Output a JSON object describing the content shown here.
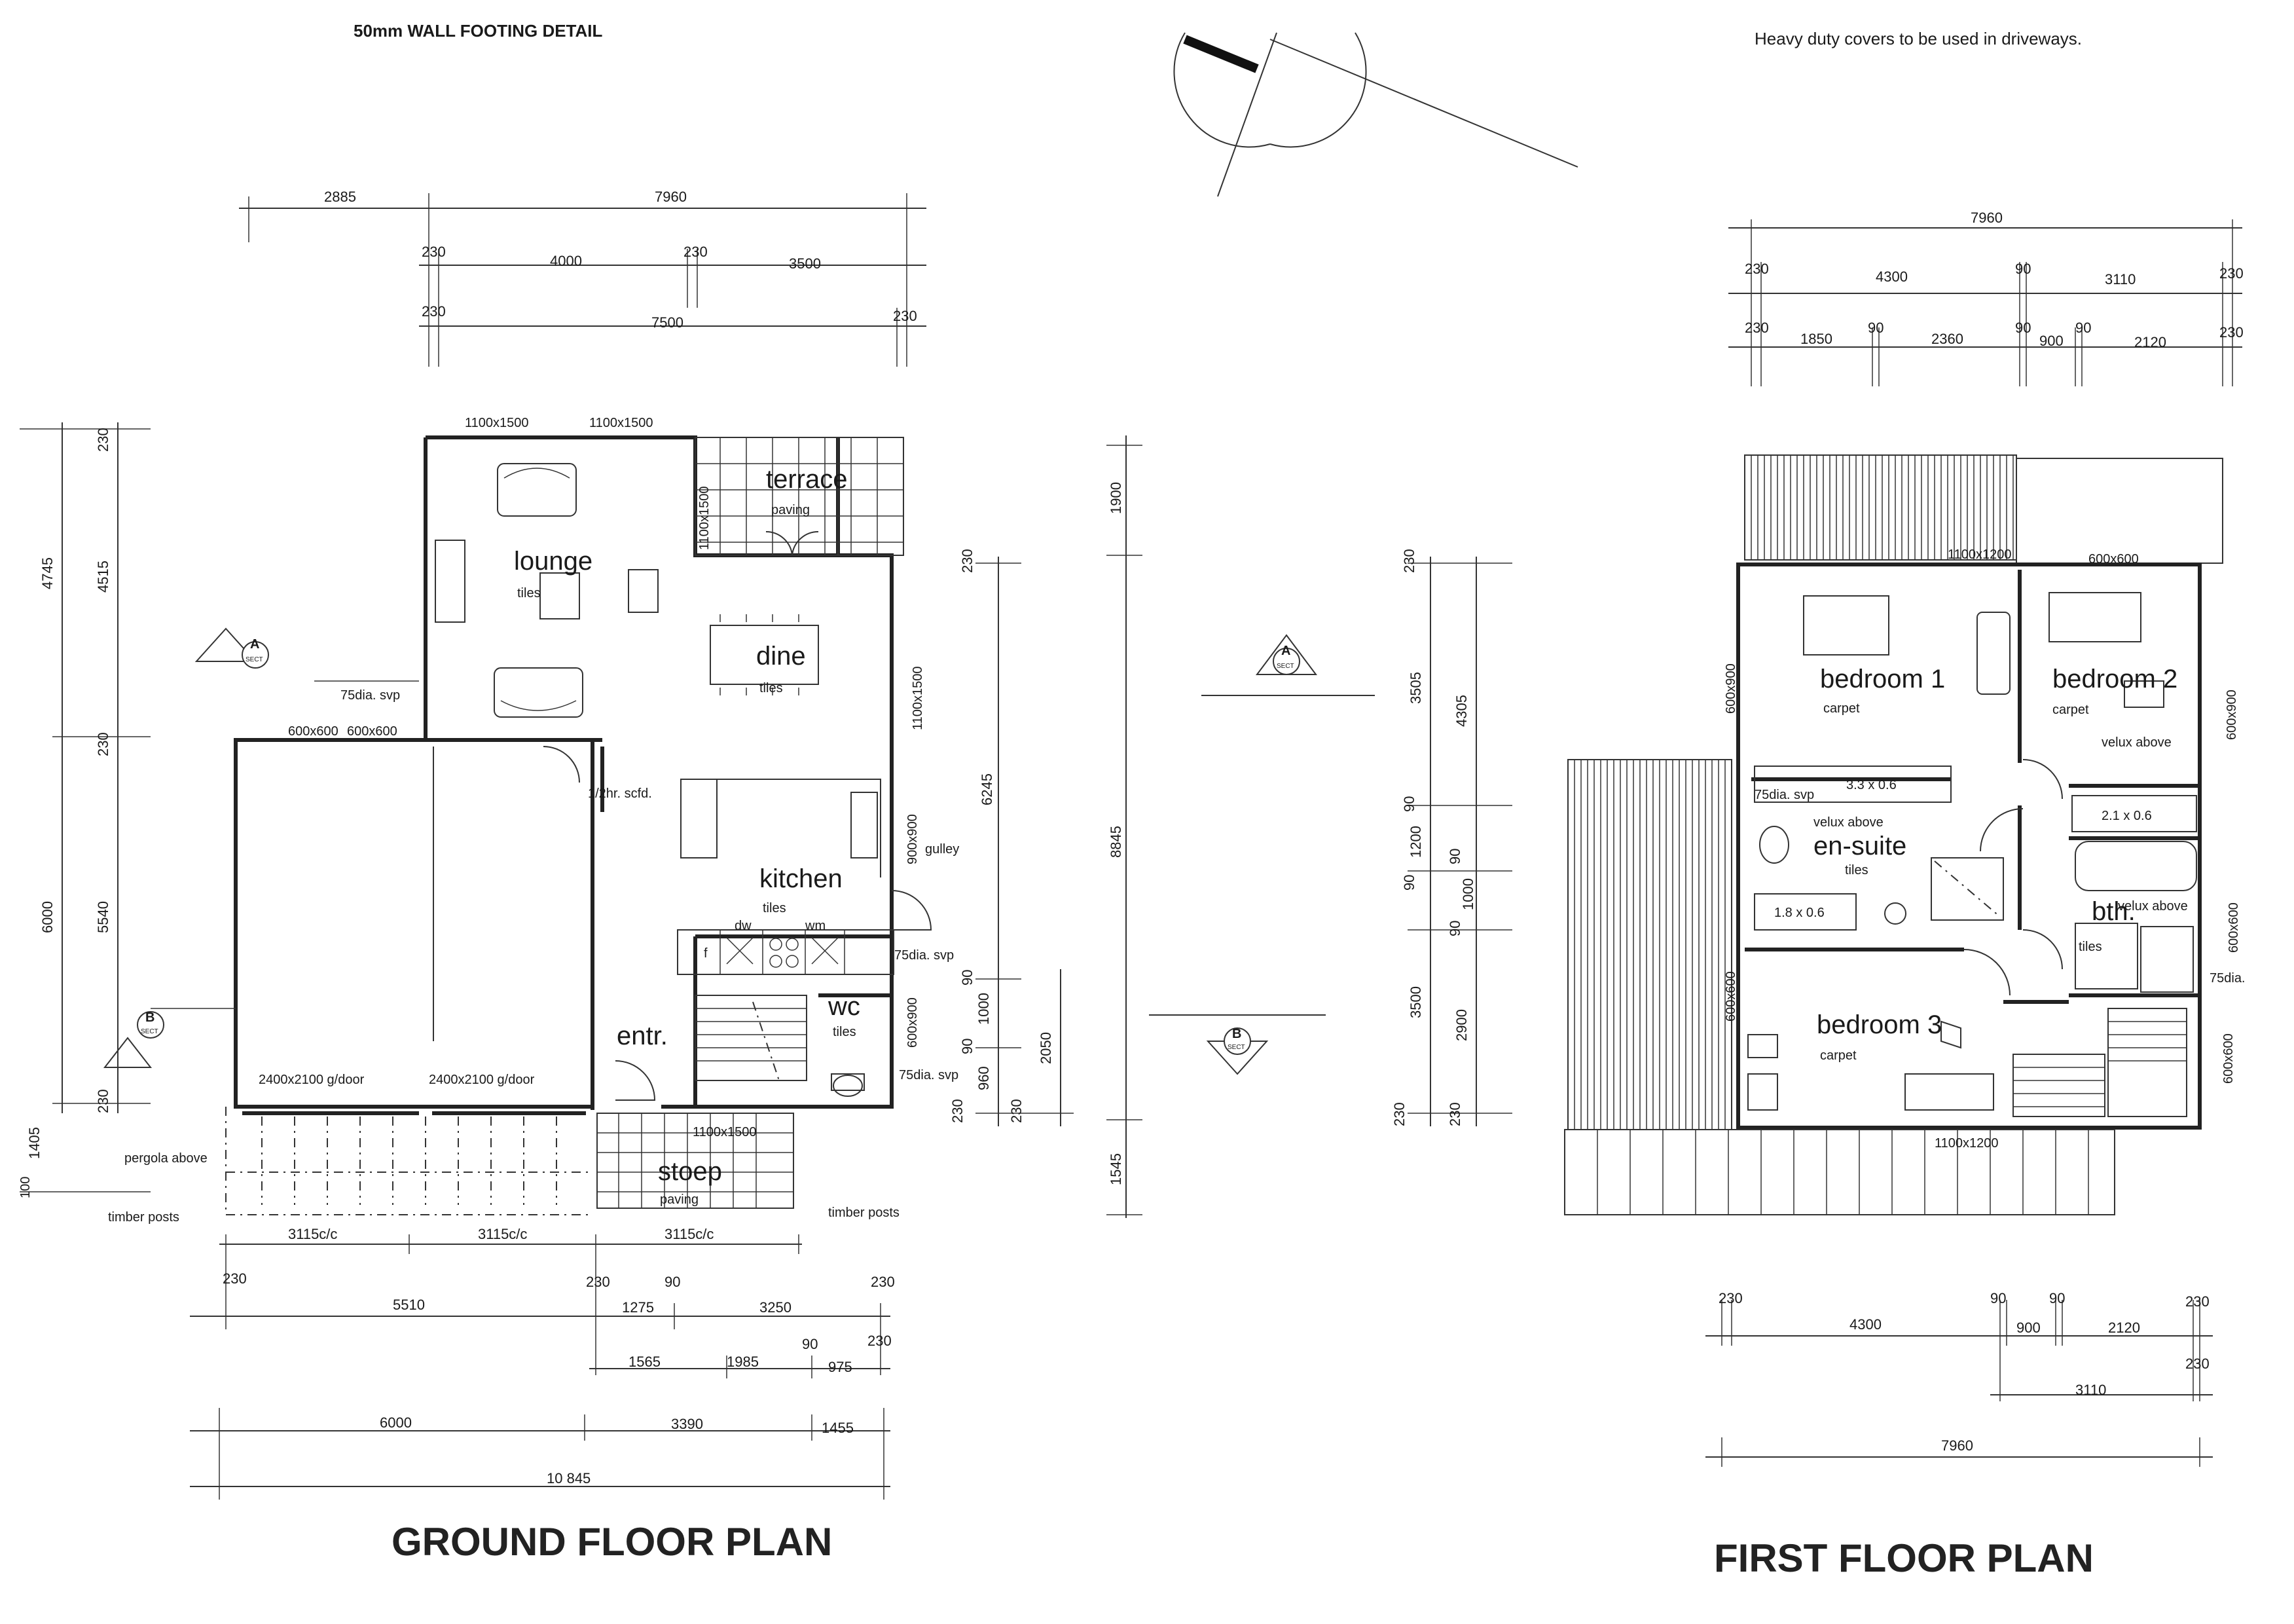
{
  "header": {
    "top_left_cut": "50mm WALL FOOTING DETAIL",
    "top_right_note": "Heavy duty covers to be used in driveways."
  },
  "ground": {
    "title": "GROUND FLOOR PLAN",
    "dims_top": [
      "2885",
      "7960",
      "230",
      "4000",
      "230",
      "3500",
      "230",
      "7500",
      "230"
    ],
    "dims_left": [
      "4745",
      "230",
      "4515",
      "230",
      "6000",
      "5540",
      "230",
      "1405",
      "100"
    ],
    "dims_right": [
      "230",
      "6245",
      "1900",
      "8845",
      "90",
      "1000",
      "90",
      "960",
      "2050",
      "230",
      "230",
      "1545"
    ],
    "dims_bottom": [
      "230",
      "5510",
      "230",
      "1275",
      "90",
      "3250",
      "230",
      "1565",
      "1985",
      "90",
      "975",
      "230",
      "6000",
      "3390",
      "1455",
      "10 845",
      "3115c/c",
      "3115c/c",
      "3115c/c"
    ],
    "windows": [
      "1100x1500",
      "1100x1500",
      "1100x1500",
      "600x600",
      "600x600",
      "1100x1500",
      "1100x1500",
      "600x900",
      "900x900"
    ],
    "rooms": {
      "terrace": "terrace",
      "terrace_sub": "paving",
      "lounge": "lounge",
      "lounge_sub": "tiles",
      "dine": "dine",
      "dine_sub": "tiles",
      "kitchen": "kitchen",
      "kitchen_sub": "tiles",
      "wc": "wc",
      "wc_sub": "tiles",
      "entr": "entr.",
      "stoep": "stoep",
      "stoep_sub": "paving"
    },
    "notes": {
      "svp1": "75dia. svp",
      "scfd": "1/2hr. scfd.",
      "gulley": "gulley",
      "svp2": "75dia. svp",
      "svp3": "75dia. svp",
      "door1": "2400x2100 g/door",
      "door2": "2400x2100 g/door",
      "pergola": "pergola above",
      "posts1": "timber posts",
      "posts2": "timber posts",
      "dw": "dw",
      "wm": "wm",
      "f": "f"
    }
  },
  "first": {
    "title": "FIRST FLOOR PLAN",
    "dims_top": [
      "7960",
      "230",
      "4300",
      "90",
      "3110",
      "230",
      "230",
      "1850",
      "90",
      "2360",
      "90",
      "900",
      "90",
      "2120",
      "230"
    ],
    "dims_left": [
      "230",
      "3505",
      "4305",
      "90",
      "1200",
      "90",
      "90",
      "1000",
      "90",
      "3500",
      "2900",
      "230",
      "230"
    ],
    "dims_bottom": [
      "230",
      "4300",
      "90",
      "90",
      "900",
      "2120",
      "230",
      "230",
      "3110",
      "7960"
    ],
    "windows": [
      "1100x1200",
      "600x600",
      "600x900",
      "600x900",
      "600x600",
      "600x600",
      "600x600",
      "1100x1200"
    ],
    "rooms": {
      "bed1": "bedroom 1",
      "bed1_sub": "carpet",
      "bed2": "bedroom 2",
      "bed2_sub": "carpet",
      "ensuite": "en-suite",
      "ensuite_sub": "tiles",
      "bth": "bth.",
      "bth_sub": "tiles",
      "bed3": "bedroom 3",
      "bed3_sub": "carpet"
    },
    "notes": {
      "cup1": "3.3 x 0.6",
      "cup2": "2.1 x 0.6",
      "cup3": "1.8 x 0.6",
      "velux1": "velux above",
      "velux2": "velux above",
      "velux3": "velux above",
      "svp1": "75dia. svp",
      "svp2": "75dia."
    }
  },
  "section_markers": [
    "A",
    "B",
    "A",
    "B"
  ],
  "section_sub": "SECT"
}
